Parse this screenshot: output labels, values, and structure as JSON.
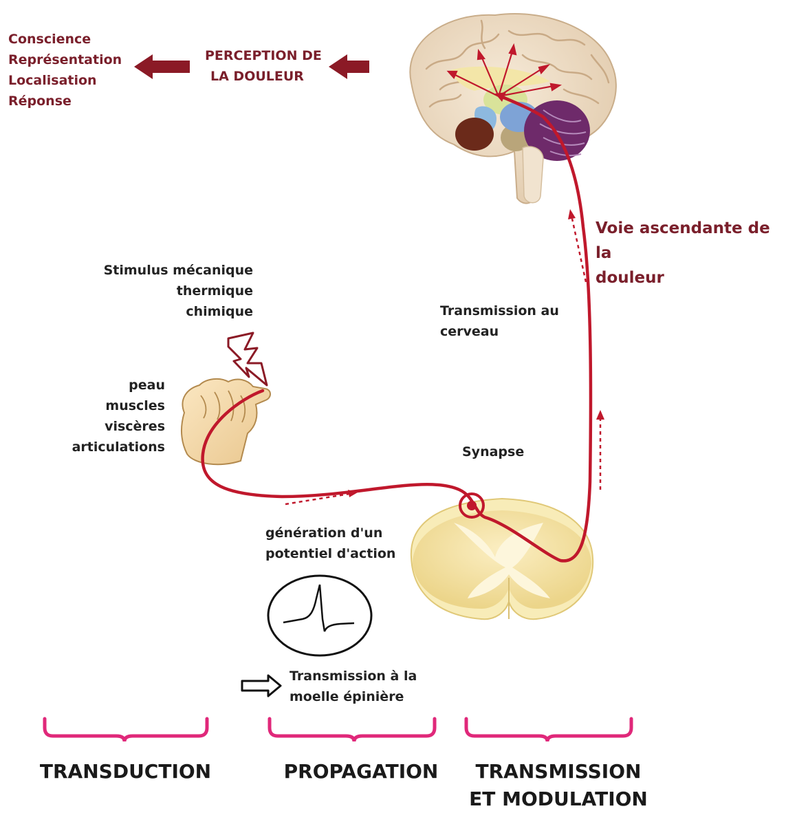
{
  "outcomes": [
    "Conscience",
    "Représentation",
    "Localisation",
    "Réponse"
  ],
  "perception": [
    "PERCEPTION DE",
    "LA DOULEUR"
  ],
  "ascending_pathway": [
    "Voie ascendante de la",
    "douleur"
  ],
  "stimulus": [
    "Stimulus mécanique",
    "thermique",
    "chimique"
  ],
  "tissues": [
    "peau",
    "muscles",
    "viscères",
    "articulations"
  ],
  "brain_transmission": [
    "Transmission au",
    "cerveau"
  ],
  "synapse": "Synapse",
  "action_potential": [
    "génération d'un",
    "potentiel d'action"
  ],
  "spinal_transmission": [
    "Transmission à la",
    "moelle épinière"
  ],
  "stages": {
    "transduction": "TRANSDUCTION",
    "propagation": "PROPAGATION",
    "transmission": [
      "TRANSMISSION",
      "ET MODULATION"
    ]
  },
  "colors": {
    "maroon": "#7a1f2b",
    "pathway_red": "#c0182c",
    "bracket_pink": "#e0287a"
  }
}
